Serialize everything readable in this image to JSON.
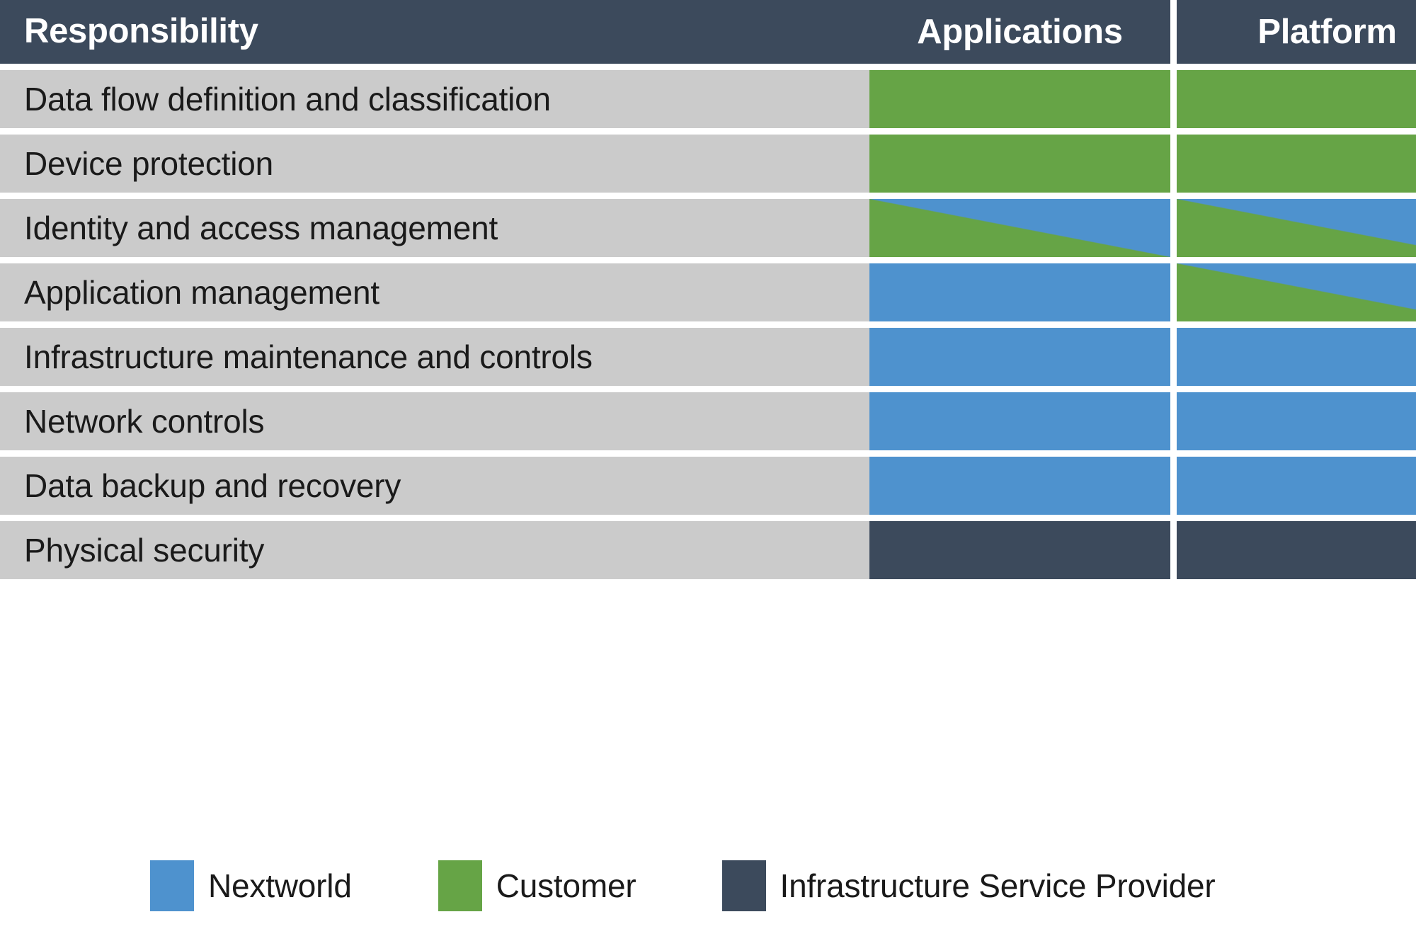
{
  "table": {
    "columns": [
      "Responsibility",
      "Applications",
      "Platform"
    ],
    "rows": [
      {
        "responsibility": "Data flow definition and classification",
        "applications": "Customer",
        "platform": "Customer",
        "applications_fill": "green",
        "platform_fill": "green"
      },
      {
        "responsibility": "Device protection",
        "applications": "Customer",
        "platform": "Customer",
        "applications_fill": "green",
        "platform_fill": "green"
      },
      {
        "responsibility": "Identity and access management",
        "applications": "Nextworld and Customer",
        "platform": "Nextworld and Customer",
        "applications_fill": "split-blue-green",
        "platform_fill": "split-blue-green"
      },
      {
        "responsibility": "Application management",
        "applications": "Nextworld",
        "platform": "Nextworld and Customer",
        "applications_fill": "blue",
        "platform_fill": "split-blue-green"
      },
      {
        "responsibility": "Infrastructure maintenance and controls",
        "applications": "Nextworld",
        "platform": "Nextworld",
        "applications_fill": "blue",
        "platform_fill": "blue"
      },
      {
        "responsibility": "Network controls",
        "applications": "Nextworld",
        "platform": "Nextworld",
        "applications_fill": "blue",
        "platform_fill": "blue"
      },
      {
        "responsibility": "Data backup and recovery",
        "applications": "Nextworld",
        "platform": "Nextworld",
        "applications_fill": "blue",
        "platform_fill": "blue"
      },
      {
        "responsibility": "Physical security",
        "applications": "Infrastructure Service Provider",
        "platform": "Infrastructure Service Provider",
        "applications_fill": "slate",
        "platform_fill": "slate"
      }
    ]
  },
  "legend": {
    "items": [
      {
        "label": "Nextworld",
        "color": "#4e92ce"
      },
      {
        "label": "Customer",
        "color": "#66a446"
      },
      {
        "label": "Infrastructure Service Provider",
        "color": "#3c4a5c"
      }
    ]
  },
  "colors": {
    "header_background": "#3c4a5c",
    "label_background": "#cbcbcb",
    "nextworld": "#4e92ce",
    "customer": "#66a446",
    "infrastructure_service_provider": "#3c4a5c",
    "page_background": "#ffffff",
    "header_text": "#ffffff",
    "label_text": "#1a1a1a"
  }
}
